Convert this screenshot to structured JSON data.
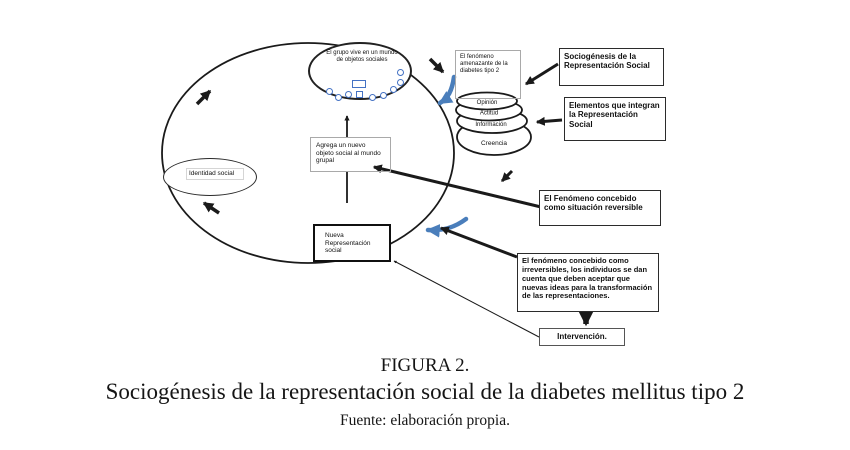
{
  "colors": {
    "line": "#1a1a1a",
    "accent_blue": "#4a7ebb",
    "object_blue": "#4472c4"
  },
  "diagram": {
    "group_ellipse_label": "El grupo vive en un mundo de objetos sociales",
    "threat_box_label": "El fenómeno amenazante de la diabetes tipo 2",
    "sociogenesis_box_label": "Sociogénesis de la Representación Social",
    "elements_box_label": "Elementos que integran la Representación Social",
    "cylinder_layers": [
      "Opinión",
      "Actitud",
      "Información",
      "Creencia"
    ],
    "add_object_box_label": "Agrega un nuevo objeto social al mundo grupal",
    "identity_ellipse_label": "Identidad social",
    "reversible_box_label": "El Fenómeno concebido como situación reversible",
    "new_representation_box_label": "Nueva Representación social",
    "irreversible_box_label": "El fenómeno concebido como irreversibles, los individuos se dan cuenta que deben aceptar que nuevas ideas para la transformación de las representaciones.",
    "intervention_box_label": "Intervención."
  },
  "caption": {
    "figure_label": "FIGURA 2.",
    "title": "Sociogénesis de la representación social de la diabetes mellitus tipo 2",
    "source": "Fuente: elaboración propia."
  }
}
